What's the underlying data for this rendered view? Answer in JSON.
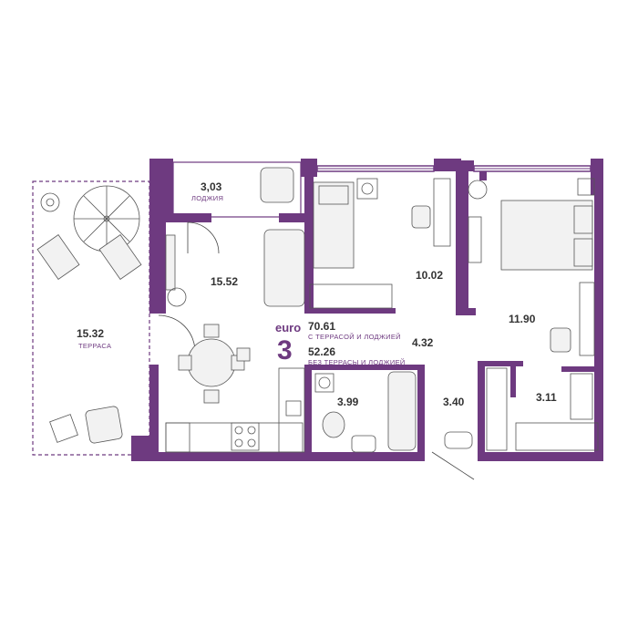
{
  "colors": {
    "wall": "#6e3a80",
    "accent": "#6e3a80",
    "text": "#333333"
  },
  "apartment": {
    "type_label": "euro",
    "rooms": "3",
    "area_total": "70.61",
    "area_total_caption": "С ТЕРРАСОЙ И ЛОДЖИЕЙ",
    "area_living": "52.26",
    "area_living_caption": "БЕЗ ТЕРРАСЫ И ЛОДЖИЕЙ"
  },
  "rooms": {
    "loggia": {
      "area": "3,03",
      "name": "ЛОДЖИЯ"
    },
    "terrace": {
      "area": "15.32",
      "name": "ТЕРРАСА"
    },
    "kitchen_living": {
      "area": "15.52"
    },
    "bedroom_1": {
      "area": "10.02"
    },
    "bedroom_2": {
      "area": "11.90"
    },
    "hall": {
      "area": "4.32"
    },
    "bathroom": {
      "area": "3.99"
    },
    "corridor": {
      "area": "3.40"
    },
    "wardrobe": {
      "area": "3.11"
    }
  }
}
